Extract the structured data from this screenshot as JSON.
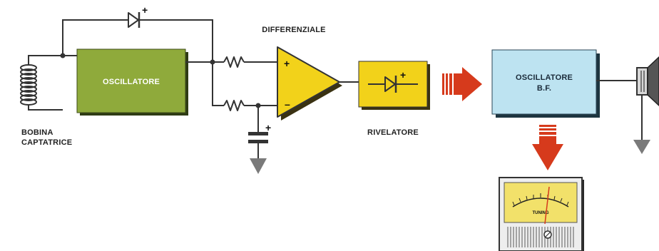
{
  "labels": {
    "coil_line1": "BOBINA",
    "coil_line2": "CAPTATRICE",
    "oscillator": "OSCILLATORE",
    "differential": "DIFFERENZIALE",
    "detector": "RIVELATORE",
    "bf_line1": "OSCILLATORE",
    "bf_line2": "B.F.",
    "meter_scale": "TUNING",
    "plus": "+",
    "minus": "–"
  },
  "colors": {
    "oscillator_fill": "#8faa3b",
    "amp_fill": "#f2d21a",
    "detector_fill": "#f2d21a",
    "bf_fill": "#bde3f1",
    "arrow_red": "#d63a1c",
    "ground_gray": "#7a7a7a",
    "meter_face": "#f2e16a"
  }
}
